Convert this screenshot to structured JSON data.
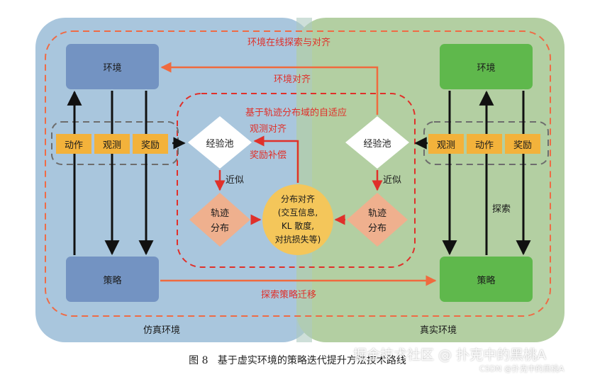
{
  "regions": {
    "sim_label": "仿真环境",
    "real_label": "真实环境"
  },
  "outer_loop": {
    "label": "环境在线探索与对齐"
  },
  "env_align": {
    "label": "环境对齐"
  },
  "inner_loop": {
    "label": "基于轨迹分布域的自适应"
  },
  "obs_align": {
    "label": "观测对齐"
  },
  "reward_comp": {
    "label": "奖励补偿"
  },
  "explore_transfer": {
    "label": "探索策略迁移"
  },
  "left": {
    "env": "环境",
    "policy": "策略",
    "tags": [
      "动作",
      "观测",
      "奖励"
    ],
    "pool": "经验池",
    "approx": "近似",
    "traj": [
      "轨迹",
      "分布"
    ]
  },
  "right": {
    "env": "环境",
    "policy": "策略",
    "tags": [
      "观测",
      "动作",
      "奖励"
    ],
    "pool": "经验池",
    "approx": "近似",
    "traj": [
      "轨迹",
      "分布"
    ],
    "explore": "探索"
  },
  "center": {
    "lines": [
      "分布对齐",
      "(交互信息,",
      "KL 散度,",
      "对抗损失等)"
    ]
  },
  "caption": {
    "fig": "图 8",
    "text": "基于虚实环境的策略迭代提升方法技术路线"
  },
  "watermark": {
    "main": "掘金技术社区 @ 扑克中的黑桃A",
    "sub": "CSDN @扑克中的黑桃A"
  },
  "colors": {
    "sim_bg": "#a9c6dd",
    "real_bg": "#b3cfa2",
    "sim_box": "#7393c2",
    "real_box": "#5fb84c",
    "tag": "#f3b23b",
    "red": "#e0302a",
    "orange": "#f06a3e",
    "diamond": "#efb08e",
    "center": "#f4c65a"
  }
}
